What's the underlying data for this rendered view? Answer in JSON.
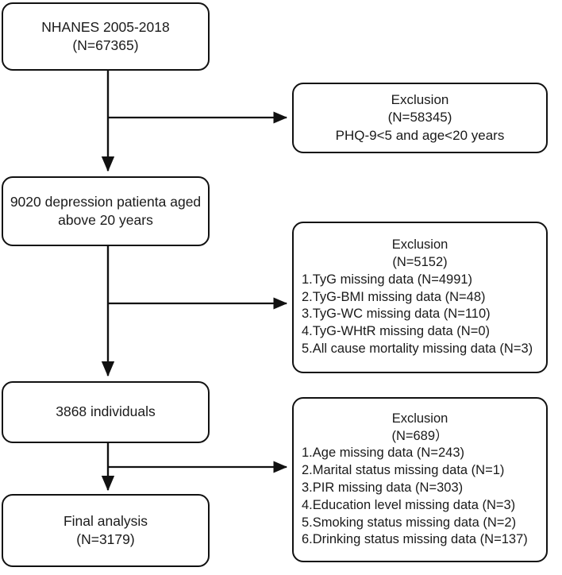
{
  "diagram": {
    "type": "flowchart",
    "title": "Participant selection flow chart",
    "stroke_color": "#111111",
    "background_color": "#ffffff"
  },
  "nodes": {
    "source": {
      "name": "source-cohort",
      "lines": [
        "NHANES 2005-2018",
        "(N=67365)"
      ]
    },
    "exclusion1": {
      "name": "exclusion-step-1",
      "header": [
        "Exclusion",
        "(N=58345)",
        "PHQ-9<5 and age<20 years"
      ]
    },
    "step1": {
      "name": "depression-cohort",
      "lines": [
        "9020 depression patienta aged",
        "above 20 years"
      ]
    },
    "exclusion2": {
      "name": "exclusion-step-2",
      "header": [
        "Exclusion",
        "(N=5152)"
      ],
      "items": [
        "1.TyG missing data (N=4991)",
        "2.TyG-BMI missing data (N=48)",
        "3.TyG-WC missing data (N=110)",
        "4.TyG-WHtR missing data (N=0)",
        "5.All cause mortality  missing data (N=3)"
      ]
    },
    "step2": {
      "name": "individuals-cohort",
      "lines": [
        "3868 individuals"
      ]
    },
    "exclusion3": {
      "name": "exclusion-step-3",
      "header": [
        "Exclusion",
        "(N=689）"
      ],
      "items": [
        "1.Age missing data (N=243)",
        "2.Marital status missing data (N=1)",
        "3.PIR missing data (N=303)",
        "4.Education level missing data (N=3)",
        "5.Smoking status missing data (N=2)",
        "6.Drinking status missing data (N=137)"
      ]
    },
    "final": {
      "name": "final-analysis",
      "lines": [
        "Final analysis",
        "(N=3179)"
      ]
    }
  }
}
